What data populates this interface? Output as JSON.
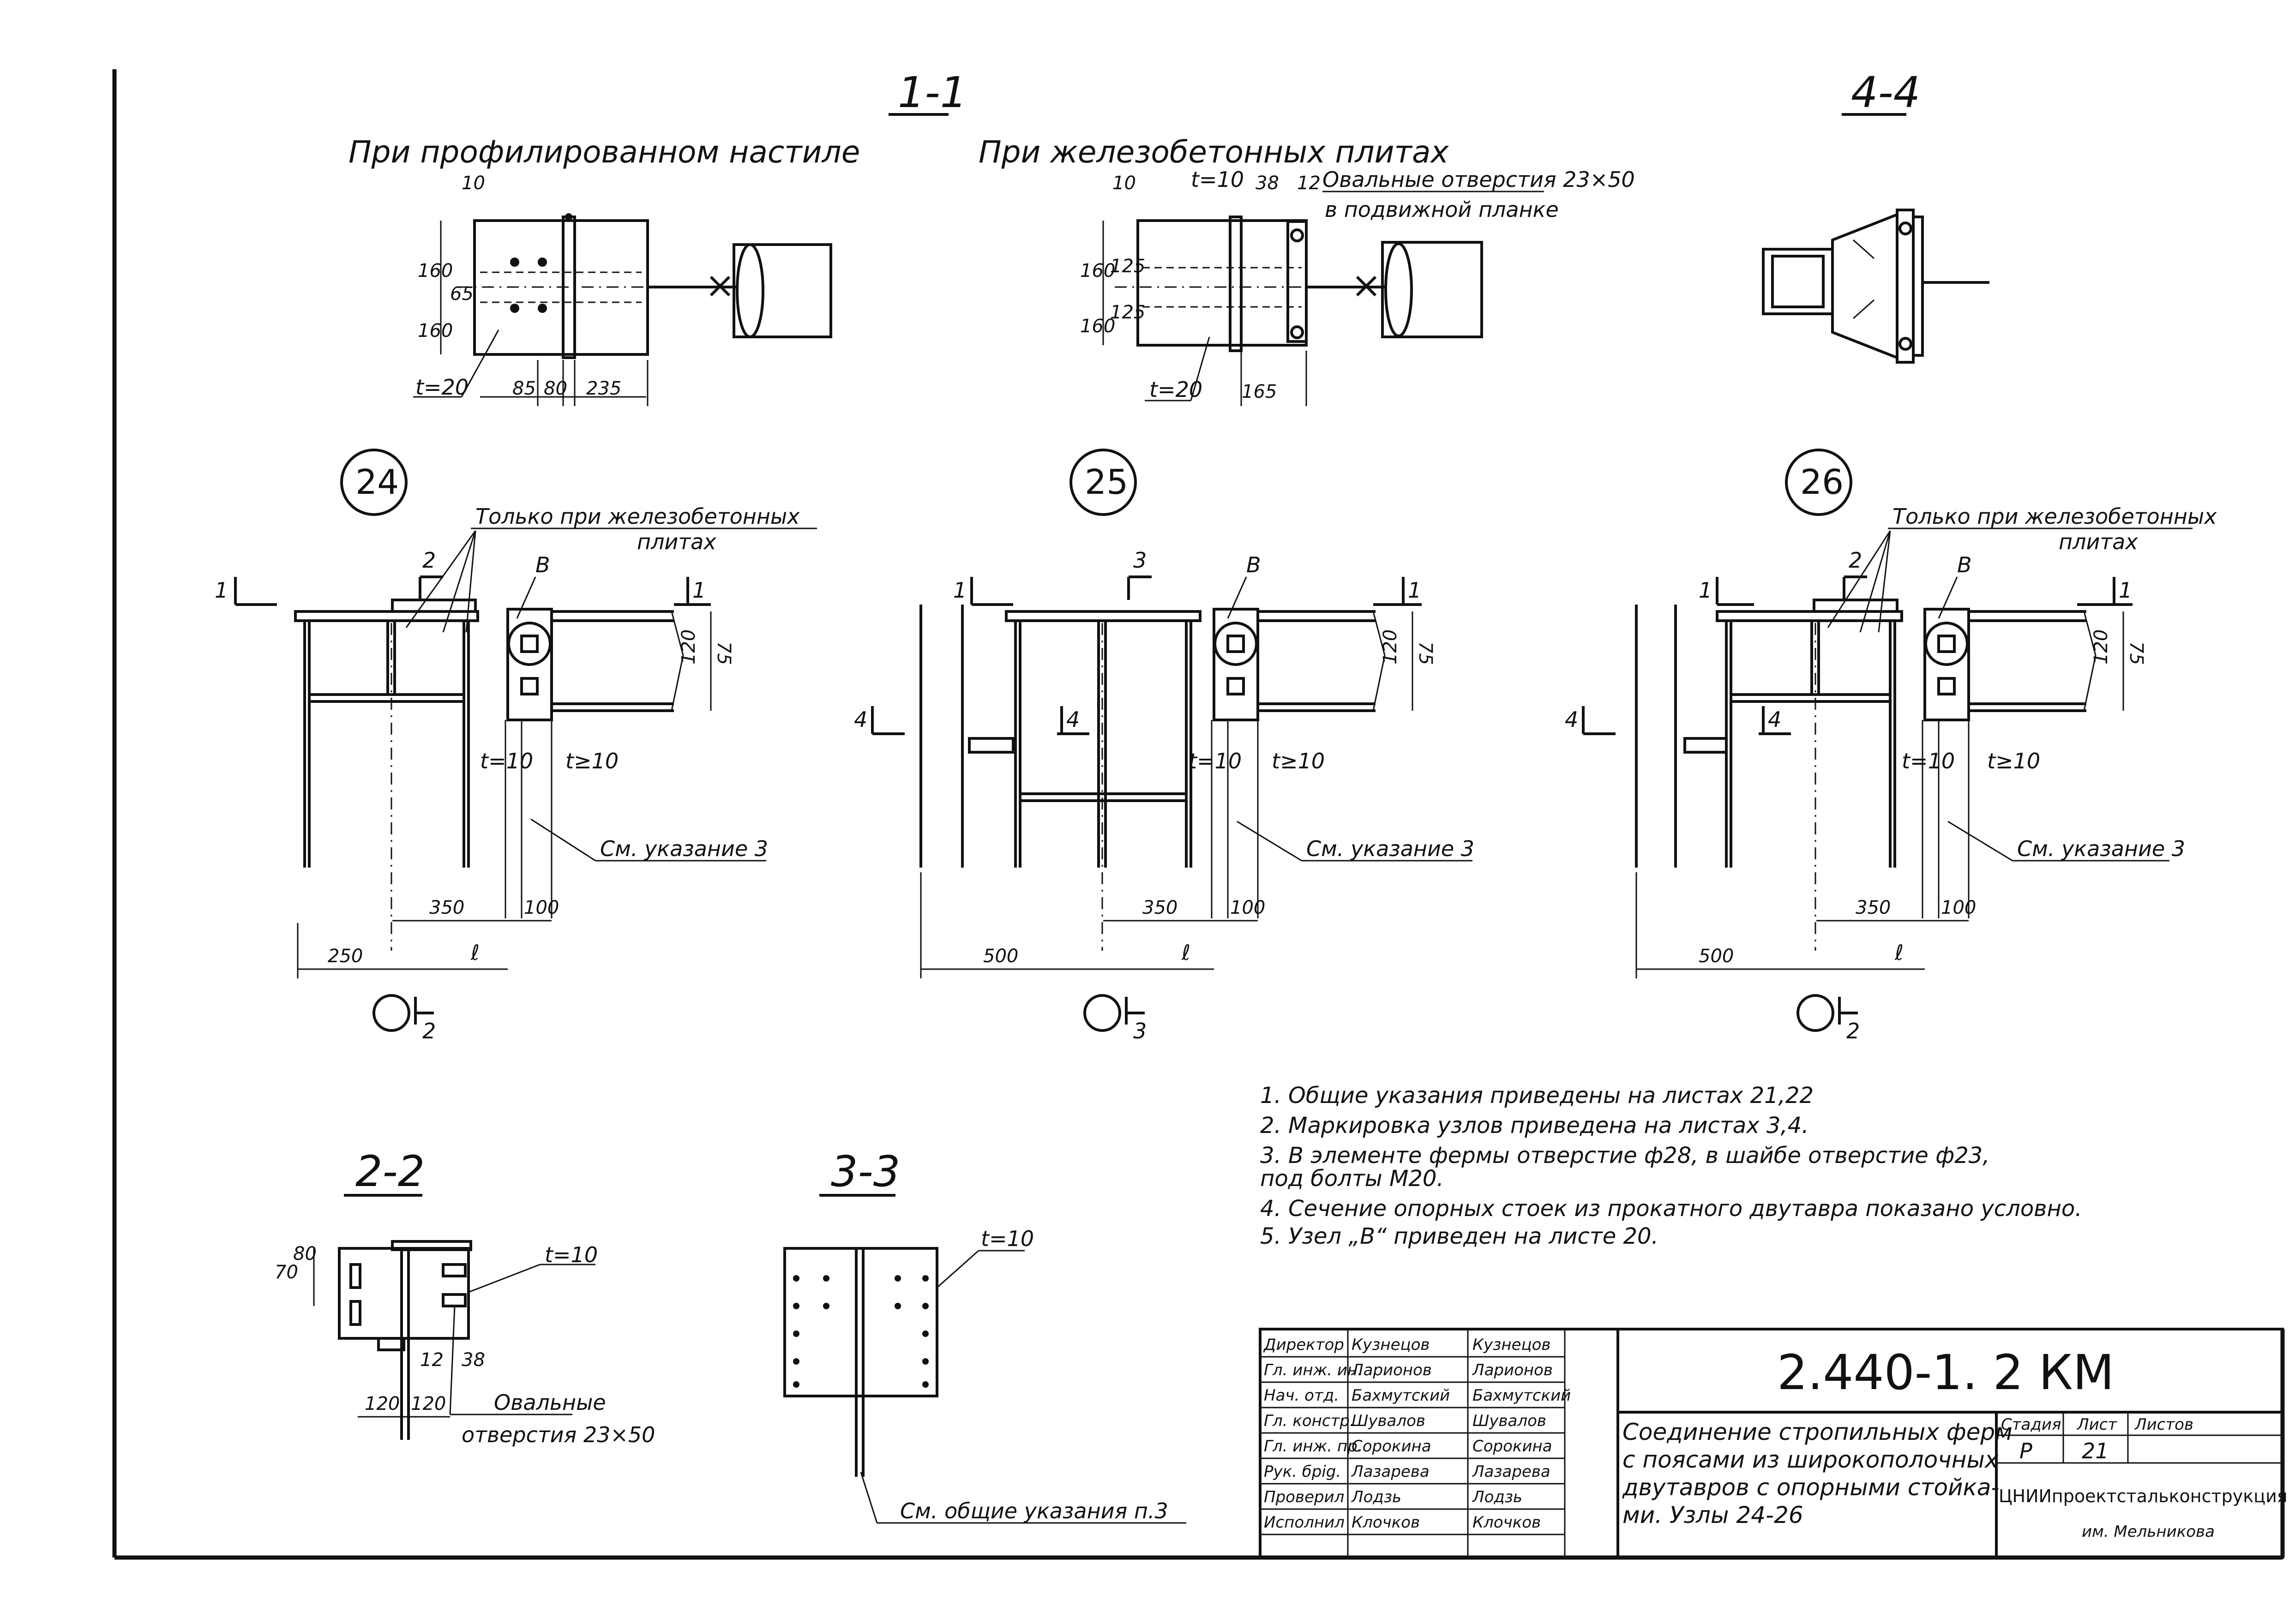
{
  "sections": {
    "s11": "1-1",
    "s44": "4-4",
    "s22": "2-2",
    "s33": "3-3"
  },
  "captions": {
    "profiled": "При профилированном настиле",
    "rc_slabs": "При железобетонных плитах",
    "oval_holes_plank": "Овальные отверстия 23×50",
    "in_movable_plank": "в подвижной планке",
    "only_rc_1": "Только при железобетонных",
    "only_rc_2": "плитах",
    "see_note3": "См. указание 3",
    "oval_22_1": "Овальные",
    "oval_22_2": "отверстия 23×50",
    "see_general": "См. общие указания п.3"
  },
  "nodes": [
    "24",
    "25",
    "26"
  ],
  "marks": {
    "one": "1",
    "two": "2",
    "three": "3",
    "four": "4",
    "B": "B",
    "l": "ℓ",
    "t10": "t=10",
    "t20": "t=20",
    "tge10": "t≥10"
  },
  "dims": {
    "d10": "10",
    "d38": "38",
    "d12": "12",
    "d160": "160",
    "d65": "65",
    "d125": "125",
    "d85": "85",
    "d80": "80",
    "d235": "235",
    "d165": "165",
    "d75": "75",
    "d120": "120",
    "d350": "350",
    "d100": "100",
    "d250": "250",
    "d500": "500",
    "d70": "70"
  },
  "notes": [
    "1.  Общие указания приведены на листах 21,22",
    "2.  Маркировка узлов приведена на листах 3,4.",
    "3.  В элементе фермы отверстие ф28, в шайбе отверстие ф23,",
    "     под болты М20.",
    "4.  Сечение опорных стоек из прокатного двутавра показано условно.",
    "5.  Узел „В“ приведен на листе 20."
  ],
  "title_block": {
    "code": "2.440-1. 2 КМ",
    "title_lines": [
      "Соединение стропильных ферм",
      "с поясами из широкополочных",
      "двутавров с опорными стойка-",
      "ми.      Узлы  24-26"
    ],
    "stage_label": "Стадия",
    "sheet_label": "Лист",
    "sheets_label": "Листов",
    "stage": "Р",
    "sheet": "21",
    "org_1": "ЦНИИпроектстальконструкция",
    "org_2": "им. Мельникова",
    "staff": [
      {
        "role": "Директор",
        "name": "Кузнецов",
        "sign": "Кузнецов"
      },
      {
        "role": "Гл. инж. ин.",
        "name": "Ларионов",
        "sign": "Ларионов"
      },
      {
        "role": "Нач. отд.",
        "name": "Бахмутский",
        "sign": "Бахмутский"
      },
      {
        "role": "Гл. констр.",
        "name": "Шувалов",
        "sign": "Шувалов"
      },
      {
        "role": "Гл. инж. пр.",
        "name": "Сорокина",
        "sign": "Сорокина"
      },
      {
        "role": "Рук. брig.",
        "name": "Лазарева",
        "sign": "Лазарева"
      },
      {
        "role": "Проверил",
        "name": "Лодзь",
        "sign": "Лодзь"
      },
      {
        "role": "Исполнил",
        "name": "Клочков",
        "sign": "Клочков"
      }
    ]
  }
}
